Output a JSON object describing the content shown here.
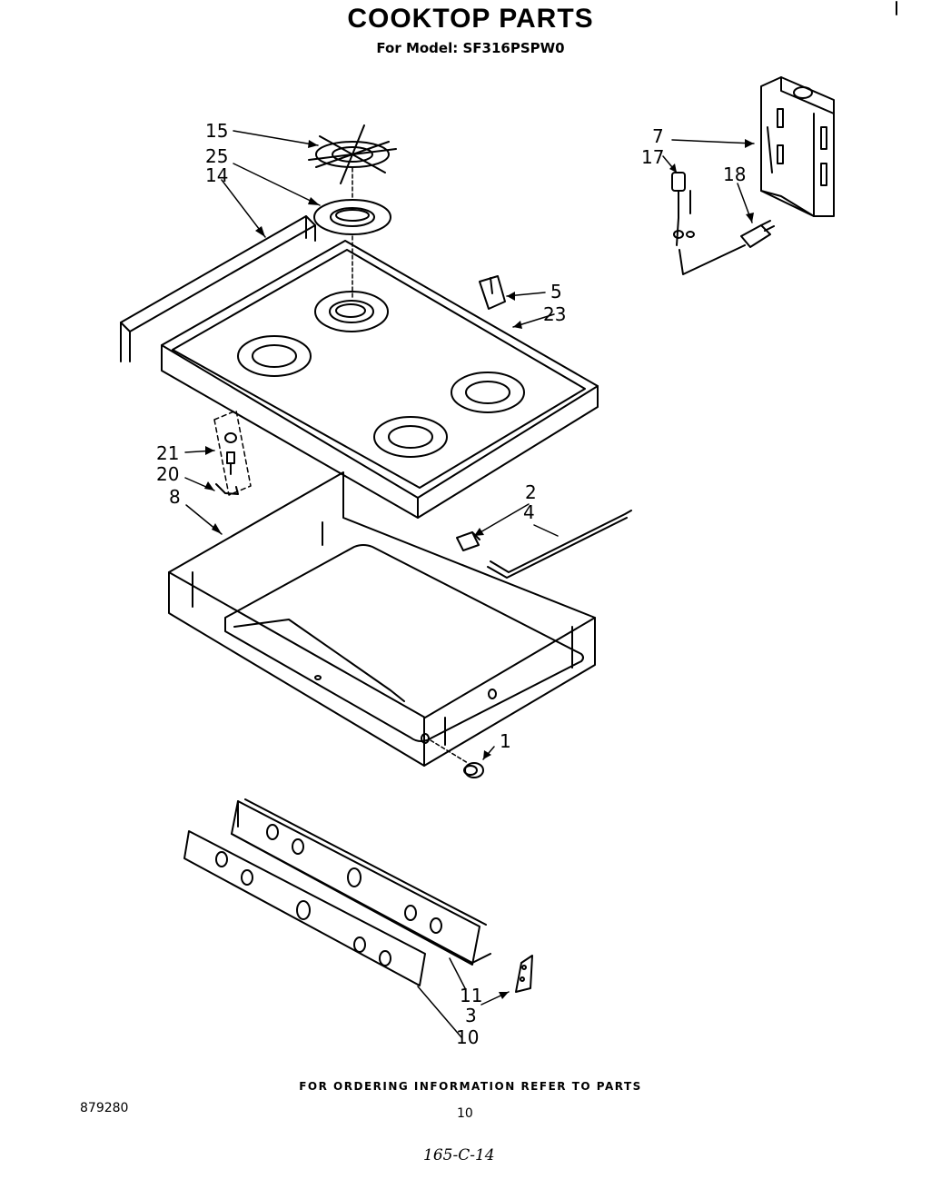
{
  "title": "COOKTOP PARTS",
  "subtitle": "For Model: SF316PSPW0",
  "callouts": {
    "p1": "1",
    "p2": "2",
    "p3": "3",
    "p4": "4",
    "p5": "5",
    "p7": "7",
    "p8": "8",
    "p10": "10",
    "p11": "11",
    "p14": "14",
    "p15": "15",
    "p17": "17",
    "p18": "18",
    "p20": "20",
    "p21": "21",
    "p23": "23",
    "p25": "25"
  },
  "footer": {
    "note": "FOR ORDERING INFORMATION REFER TO PARTS",
    "doc_id": "879280",
    "page": "10",
    "handwritten": "165-C-14"
  }
}
